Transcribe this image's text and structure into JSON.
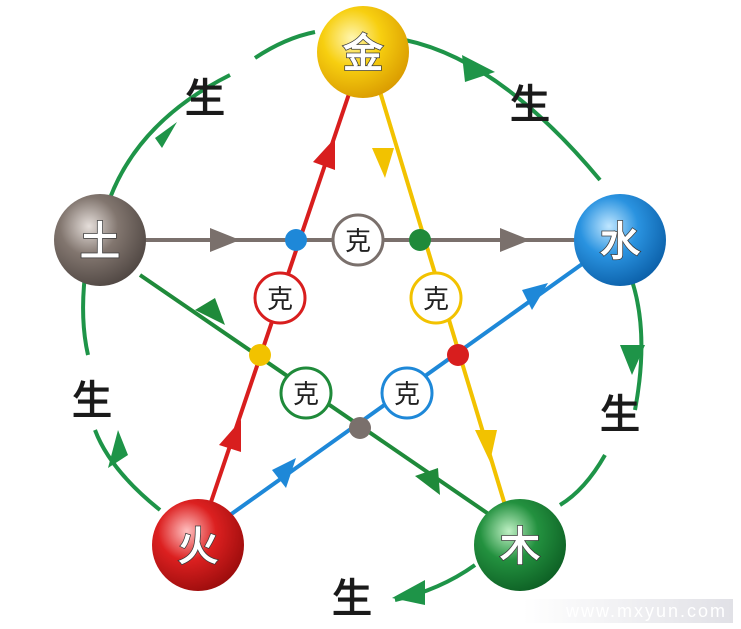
{
  "elements": {
    "metal": "金",
    "water": "水",
    "wood": "木",
    "fire": "火",
    "earth": "土"
  },
  "generating_label": "生",
  "controlling_label": "克",
  "watermark": "www.mxyun.com",
  "colors": {
    "metal": "#f2c200",
    "water": "#1e88d8",
    "wood": "#1f8a3a",
    "fire": "#d81e1e",
    "earth": "#7a706c",
    "generating_arrow": "#1e9448"
  }
}
